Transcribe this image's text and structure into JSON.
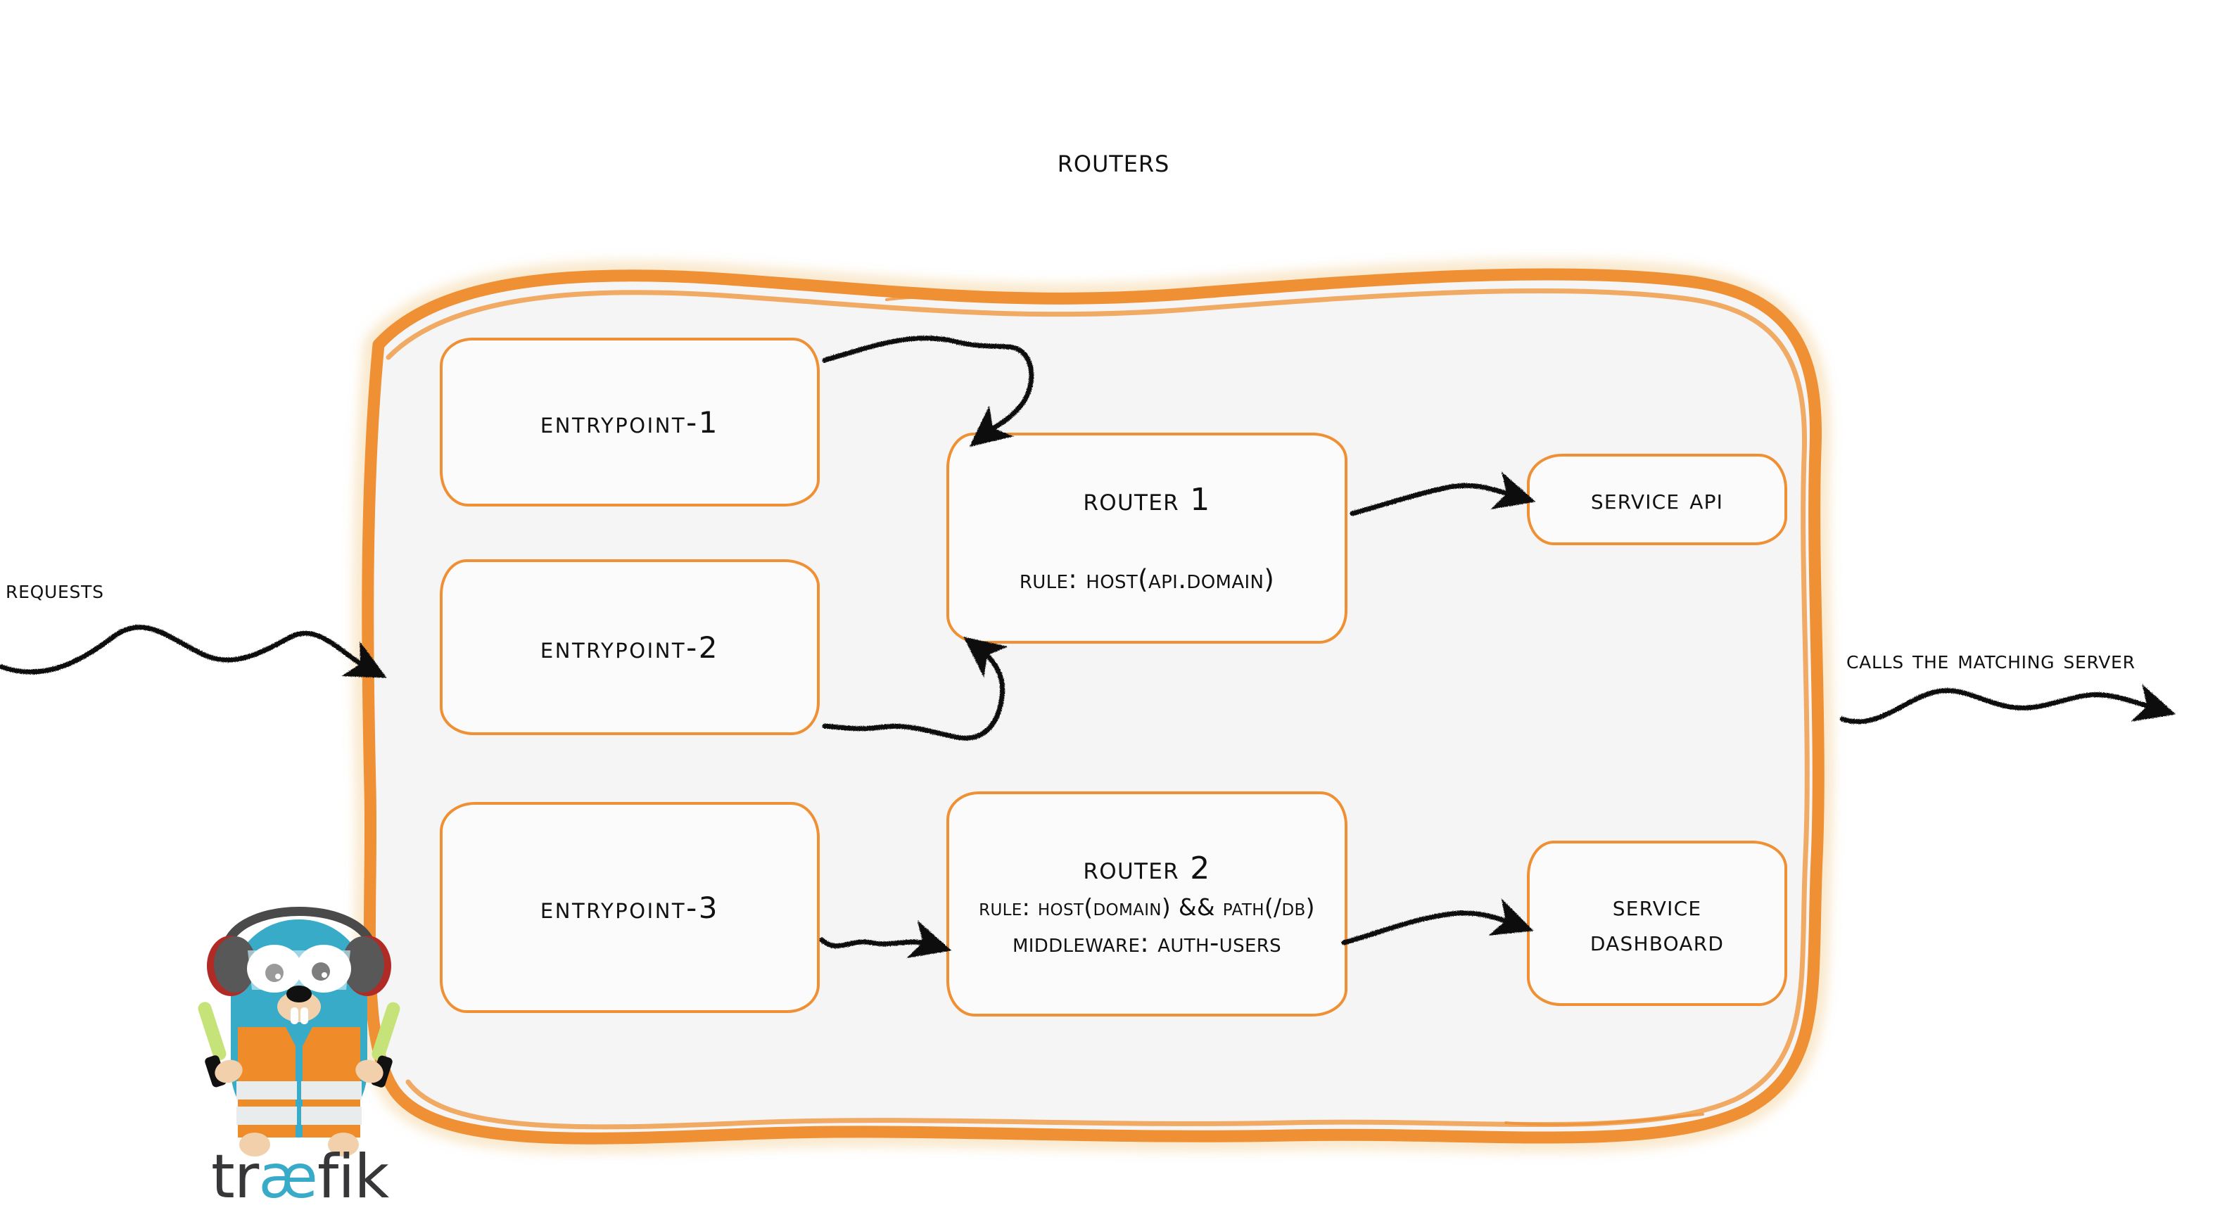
{
  "diagram": {
    "title": "Routers",
    "colors": {
      "accent_orange": "#ee9033",
      "panel_fill": "#f5f5f5",
      "ink": "#111111",
      "traefik_cyan": "#37abc8",
      "vest_orange": "#ef8b28",
      "wand_green": "#c6e37a"
    }
  },
  "labels": {
    "requests": "Requests",
    "calls_the_matching_server": "Calls the matching server"
  },
  "entrypoints": [
    {
      "label": "entrypoint-1"
    },
    {
      "label": "entrypoint-2"
    },
    {
      "label": "entrypoint-3"
    }
  ],
  "routers": [
    {
      "name": "Router 1",
      "lines": [
        {
          "text": "rule: Host(api.domain)"
        }
      ]
    },
    {
      "name": "Router 2",
      "lines": [
        {
          "text": "rule: Host(domain) && Path(/db)"
        },
        {
          "text": "Middleware: auth-users"
        }
      ]
    }
  ],
  "services": [
    {
      "label": "Service API",
      "line1": "Service API",
      "line2": ""
    },
    {
      "label": "Service Dashboard",
      "line1": "Service",
      "line2": "Dashboard"
    }
  ],
  "brand": {
    "wordmark_prefix": "tr",
    "wordmark_ligature": "æ",
    "wordmark_suffix": "fik"
  },
  "arrows": [
    {
      "name": "requests-into-routers",
      "from": "Requests",
      "to": "routers-container"
    },
    {
      "name": "entrypoint-1-to-router-1",
      "from": "entrypoint-1",
      "to": "Router 1"
    },
    {
      "name": "entrypoint-2-to-router-1",
      "from": "entrypoint-2",
      "to": "Router 1"
    },
    {
      "name": "entrypoint-3-to-router-2",
      "from": "entrypoint-3",
      "to": "Router 2"
    },
    {
      "name": "router-1-to-service-api",
      "from": "Router 1",
      "to": "Service API"
    },
    {
      "name": "router-2-to-service-dashboard",
      "from": "Router 2",
      "to": "Service Dashboard"
    },
    {
      "name": "routers-to-matching-server",
      "from": "routers-container",
      "to": "Calls the matching server"
    }
  ]
}
